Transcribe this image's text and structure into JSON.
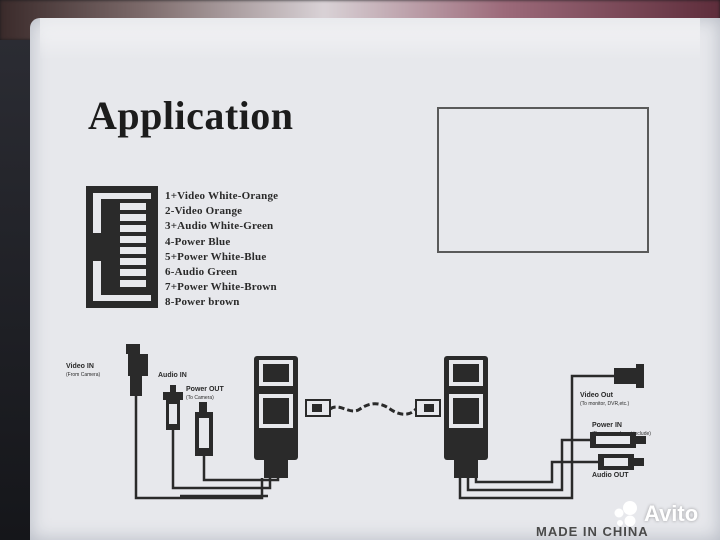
{
  "title": "Application",
  "pins": [
    "1+Video White-Orange",
    "2-Video Orange",
    "3+Audio White-Green",
    "4-Power Blue",
    "5+Power White-Blue",
    "6-Audio Green",
    "7+Power White-Brown",
    "8-Power brown"
  ],
  "left_labels": {
    "video_in": "Video IN",
    "video_in_sub": "(From Camera)",
    "audio_in": "Audio IN",
    "power_out": "Power OUT",
    "power_out_sub": "(To Camera)"
  },
  "right_labels": {
    "video_out": "Video Out",
    "video_out_sub": "(To monitor, DVR,etc.)",
    "power_in": "Power IN",
    "power_in_sub": "(Power supply not include)",
    "audio_out": "Audio OUT"
  },
  "footer": "MADE IN CHINA",
  "watermark": "Avito"
}
